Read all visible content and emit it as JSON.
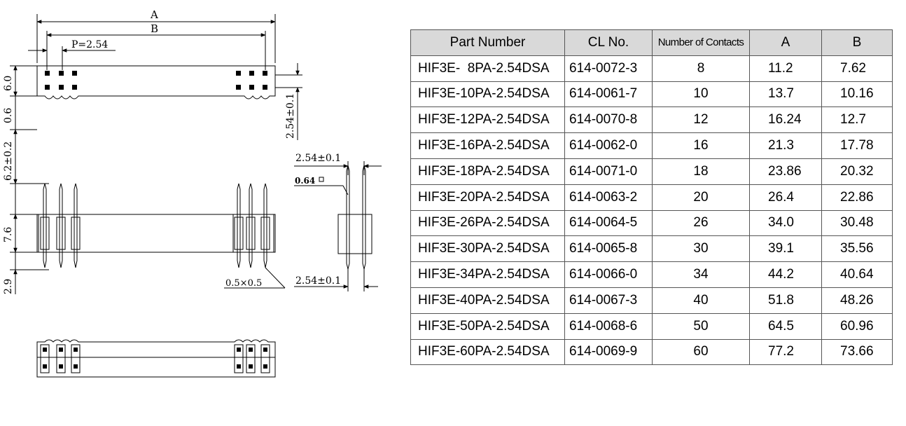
{
  "drawing": {
    "dim_A": "A",
    "dim_B": "B",
    "pitch": "P=2.54",
    "height_6_0": "6.0",
    "height_0_6": "0.6",
    "height_6_2": "6.2±0.2",
    "height_7_6": "7.6",
    "height_2_9": "2.9",
    "right_2_54": "2.54±0.1",
    "side_top_2_54": "2.54±0.1",
    "pin_size": "0.64",
    "chamfer": "0.5×0.5",
    "side_bottom_2_54": "2.54±0.1"
  },
  "table": {
    "headers": [
      "Part Number",
      "CL No.",
      "Number of Contacts",
      "A",
      "B"
    ],
    "rows": [
      {
        "part": "HIF3E-  8PA-2.54DSA",
        "cl": "614-0072-3",
        "contacts": "8",
        "a": "11.2",
        "b": "7.62"
      },
      {
        "part": "HIF3E-10PA-2.54DSA",
        "cl": "614-0061-7",
        "contacts": "10",
        "a": "13.7",
        "b": "10.16"
      },
      {
        "part": "HIF3E-12PA-2.54DSA",
        "cl": "614-0070-8",
        "contacts": "12",
        "a": "16.24",
        "b": "12.7"
      },
      {
        "part": "HIF3E-16PA-2.54DSA",
        "cl": "614-0062-0",
        "contacts": "16",
        "a": "21.3",
        "b": "17.78"
      },
      {
        "part": "HIF3E-18PA-2.54DSA",
        "cl": "614-0071-0",
        "contacts": "18",
        "a": "23.86",
        "b": "20.32"
      },
      {
        "part": "HIF3E-20PA-2.54DSA",
        "cl": "614-0063-2",
        "contacts": "20",
        "a": "26.4",
        "b": "22.86"
      },
      {
        "part": "HIF3E-26PA-2.54DSA",
        "cl": "614-0064-5",
        "contacts": "26",
        "a": "34.0",
        "b": "30.48"
      },
      {
        "part": "HIF3E-30PA-2.54DSA",
        "cl": "614-0065-8",
        "contacts": "30",
        "a": "39.1",
        "b": "35.56"
      },
      {
        "part": "HIF3E-34PA-2.54DSA",
        "cl": "614-0066-0",
        "contacts": "34",
        "a": "44.2",
        "b": "40.64"
      },
      {
        "part": "HIF3E-40PA-2.54DSA",
        "cl": "614-0067-3",
        "contacts": "40",
        "a": "51.8",
        "b": "48.26"
      },
      {
        "part": "HIF3E-50PA-2.54DSA",
        "cl": "614-0068-6",
        "contacts": "50",
        "a": "64.5",
        "b": "60.96"
      },
      {
        "part": "HIF3E-60PA-2.54DSA",
        "cl": "614-0069-9",
        "contacts": "60",
        "a": "77.2",
        "b": "73.66"
      }
    ]
  }
}
